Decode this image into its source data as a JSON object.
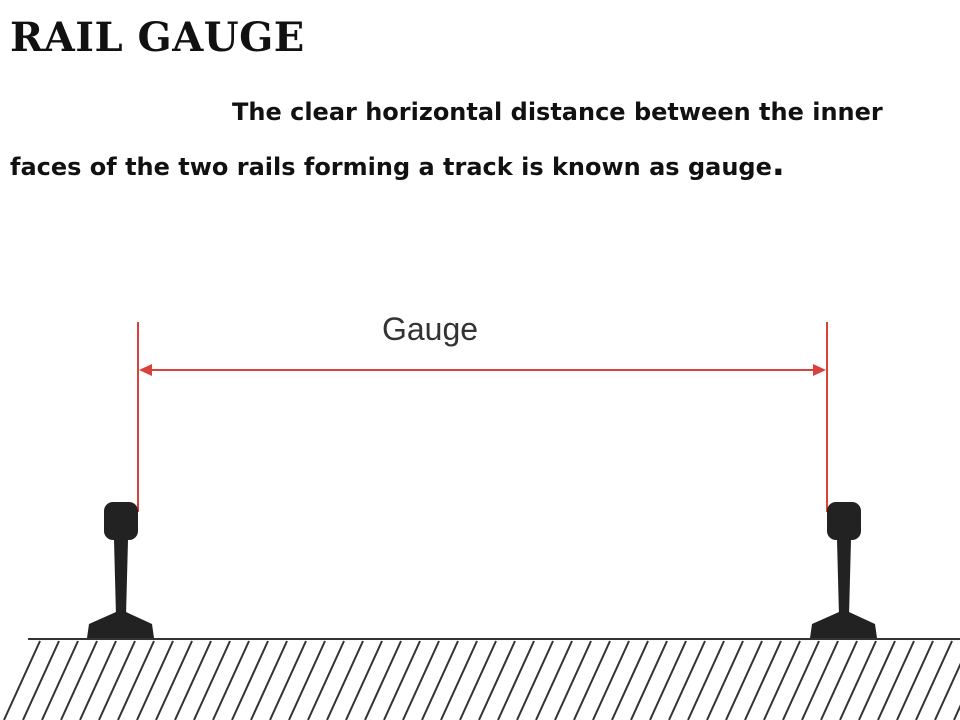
{
  "slide": {
    "title": "RAIL GAUGE",
    "definition": "The clear horizontal distance between the inner faces of the two rails forming a track is known as gauge",
    "definition_end": "."
  },
  "diagram": {
    "label": "Gauge",
    "colors": {
      "dimension": "#d9413a",
      "rail": "#222222",
      "ground": "#333333",
      "label": "#333333"
    }
  }
}
